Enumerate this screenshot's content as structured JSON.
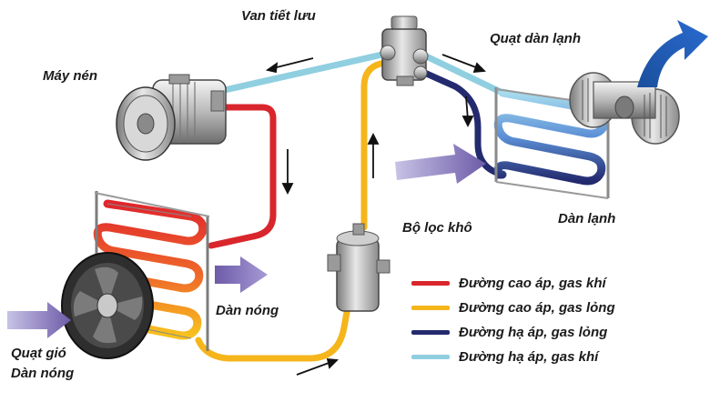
{
  "labels": {
    "expansion_valve": "Van tiết lưu",
    "evaporator_fan": "Quạt dàn lạnh",
    "compressor": "Máy nén",
    "receiver_drier": "Bộ lọc khô",
    "evaporator": "Dàn lạnh",
    "condenser": "Dàn nóng",
    "condenser_fan_line1": "Quạt gió",
    "condenser_fan_line2": "Dàn nóng"
  },
  "legend": [
    {
      "text": "Đường cao áp, gas khí",
      "color": "#d9262c"
    },
    {
      "text": "Đường cao áp, gas lỏng",
      "color": "#f5b51b"
    },
    {
      "text": "Đường hạ áp, gas lỏng",
      "color": "#232a6e"
    },
    {
      "text": "Đường hạ áp, gas khí",
      "color": "#8fcfe0"
    }
  ],
  "colors": {
    "high_pressure_gas": "#d9262c",
    "high_pressure_liquid": "#f5b51b",
    "low_pressure_liquid": "#232a6e",
    "low_pressure_gas": "#8fcfe0",
    "airflow_arrow": "#1a4f9c"
  }
}
